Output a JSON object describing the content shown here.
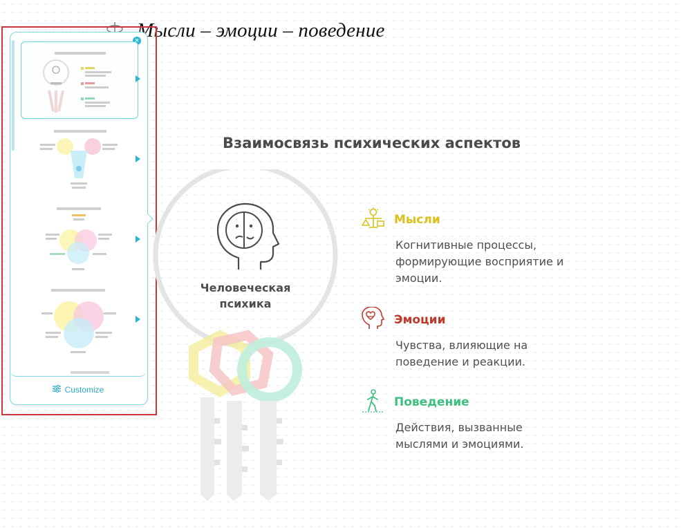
{
  "document": {
    "title": "Мысли – эмоции – поведение"
  },
  "variants_panel": {
    "customize_label": "Customize",
    "close_icon": "close-icon",
    "customize_icon": "sliders-icon",
    "thumbnails": [
      {
        "style": "keys-illustration",
        "selected": true
      },
      {
        "style": "funnel-diagram",
        "selected": false
      },
      {
        "style": "three-circle-venn",
        "selected": false
      },
      {
        "style": "large-venn",
        "selected": false
      }
    ]
  },
  "infographic": {
    "heading": "Взаимосвязь психических аспектов",
    "center_label": "Человеческая психика",
    "items": [
      {
        "icon": "idea-balance-icon",
        "title": "Мысли",
        "color": "#d9c21a",
        "description": "Когнитивные процессы,\nформирующие восприятие и\nэмоции."
      },
      {
        "icon": "heart-head-icon",
        "title": "Эмоции",
        "color": "#c0392b",
        "description": "Чувства, влияющие на\nповедение и реакции."
      },
      {
        "icon": "walking-person-icon",
        "title": "Поведение",
        "color": "#3fbf7f",
        "description": "Действия, вызванные\nмыслями и эмоциями."
      }
    ]
  },
  "colors": {
    "accent": "#2bb6d0",
    "selection_border": "#c8353d"
  }
}
